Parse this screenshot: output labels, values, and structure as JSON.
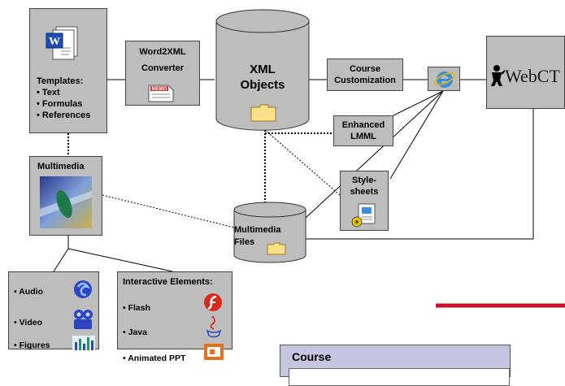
{
  "templates": {
    "title": "Templates:",
    "items": [
      "• Text",
      "• Formulas",
      "• References"
    ]
  },
  "converter": {
    "line1": "Word2XML",
    "line2": "Converter",
    "memo": "MEMO"
  },
  "xml_objects": {
    "line1": "XML",
    "line2": "Objects"
  },
  "course_customization": {
    "line1": "Course",
    "line2": "Customization"
  },
  "webct": {
    "label": "WebCT"
  },
  "enhanced_lmml": {
    "line1": "Enhanced",
    "line2": "LMML"
  },
  "stylesheets": {
    "line1": "Style-",
    "line2": "sheets"
  },
  "multimedia": {
    "title": "Multimedia"
  },
  "multimedia_files": {
    "line1": "Multimedia",
    "line2": "Files"
  },
  "media_list": {
    "items": [
      "• Audio",
      "• Video",
      "• Figures"
    ]
  },
  "interactive": {
    "title": "Interactive Elements:",
    "items": [
      "• Flash",
      "• Java",
      "• Animated PPT"
    ]
  },
  "course_panel": {
    "title": "Course"
  },
  "colors": {
    "box_fill": "#bdbdbd",
    "red_line": "#c8102e",
    "panel_fill": "#c5c5df"
  }
}
